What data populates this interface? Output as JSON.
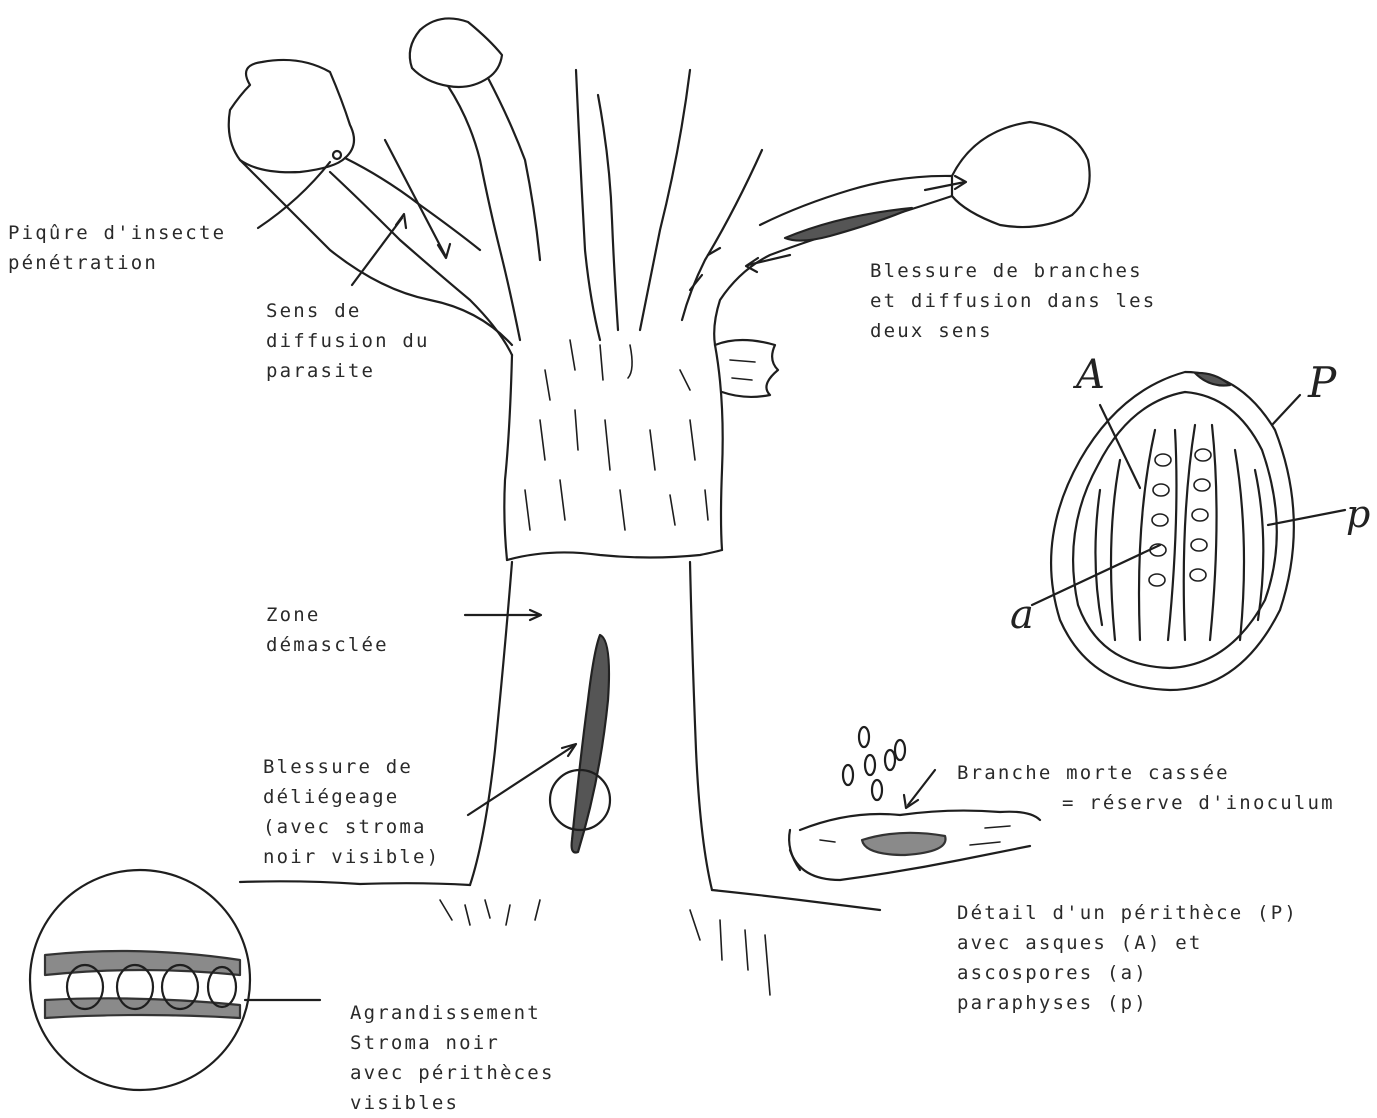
{
  "labels": {
    "piqure": [
      "Piqûre d'insecte",
      "pénétration"
    ],
    "sens": [
      "Sens de",
      "diffusion du",
      "parasite"
    ],
    "blessure_branches": [
      "Blessure de branches",
      "et diffusion dans les",
      "deux sens"
    ],
    "zone": [
      "Zone",
      "démasclée"
    ],
    "blessure_delie": [
      "Blessure de",
      "déliégeage",
      "(avec stroma",
      "noir visible)"
    ],
    "branche_morte": [
      "Branche morte cassée",
      "= réserve d'inoculum"
    ],
    "detail": [
      "Détail d'un périthèce (P)",
      "avec asques (A) et",
      "ascospores (a)",
      "paraphyses (p)"
    ],
    "agrandissement": [
      "Agrandissement",
      "Stroma noir",
      "avec périthèces",
      "visibles"
    ]
  },
  "perithece_letters": {
    "A": "A",
    "P": "P",
    "a": "a",
    "p": "p"
  }
}
